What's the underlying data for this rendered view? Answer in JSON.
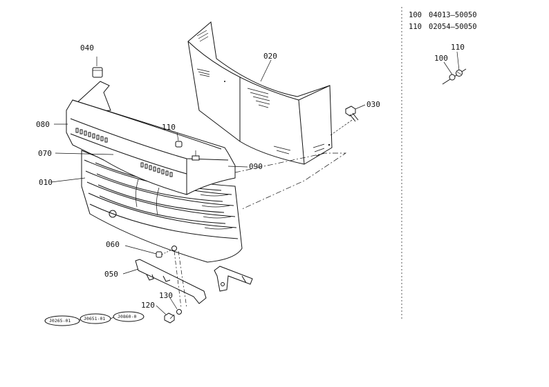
{
  "parts_table": [
    {
      "ref": "100",
      "number": "04013—50050"
    },
    {
      "ref": "110",
      "number": "02054—50050"
    }
  ],
  "callouts": {
    "p040": "040",
    "p020": "020",
    "p030": "030",
    "p080": "080",
    "p110": "110",
    "p070": "070",
    "p090": "090",
    "p010": "010",
    "p060": "060",
    "p050": "050",
    "p130": "130",
    "p120": "120",
    "p100_detail": "100",
    "p110_detail": "110"
  },
  "stamps": [
    "J0265-01",
    "J0651-01",
    "J0860-0"
  ]
}
